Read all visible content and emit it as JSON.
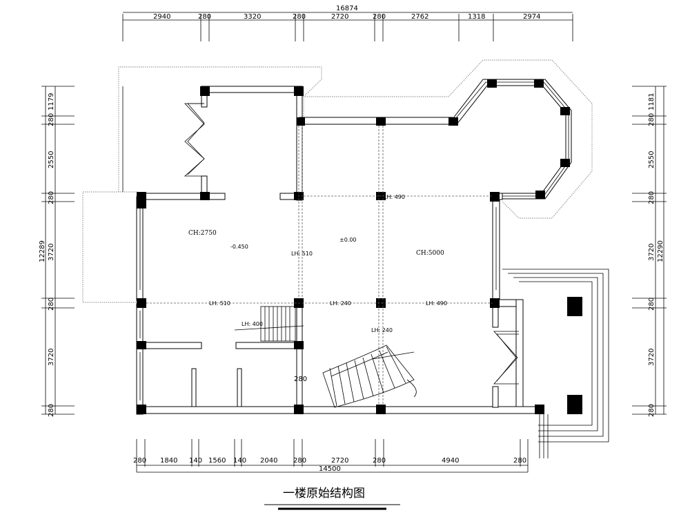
{
  "title": "一楼原始结构图",
  "header_partial": "16874",
  "top_dims": [
    "2940",
    "280",
    "3320",
    "280",
    "2720",
    "280",
    "2762",
    "1318",
    "2974"
  ],
  "bottom_dims": [
    "280",
    "1840",
    "140",
    "1560",
    "140",
    "2040",
    "280",
    "2720",
    "280",
    "4940",
    "280"
  ],
  "bottom_total": "14500",
  "left_dims": [
    "1179",
    "280",
    "2550",
    "280",
    "3720",
    "280",
    "3720",
    "280"
  ],
  "left_total": "12289",
  "right_dims": [
    "1181",
    "280",
    "2550",
    "280",
    "3720",
    "280",
    "3720",
    "280"
  ],
  "right_total": "12290",
  "room_labels": {
    "ch_left": "CH:2750",
    "ch_right": "CH:5000",
    "level_left": "-0.450",
    "level_center": "±0.00"
  },
  "beam_labels": {
    "lh490_top": "LH: 490",
    "lh510_mid": "LH: 510",
    "lh510_left": "LH: 510",
    "lh240_mid": "LH: 240",
    "lh490_right": "LH: 490",
    "lh400": "LH: 400",
    "lh240_stair": "LH: 240"
  },
  "wall_note": "280"
}
